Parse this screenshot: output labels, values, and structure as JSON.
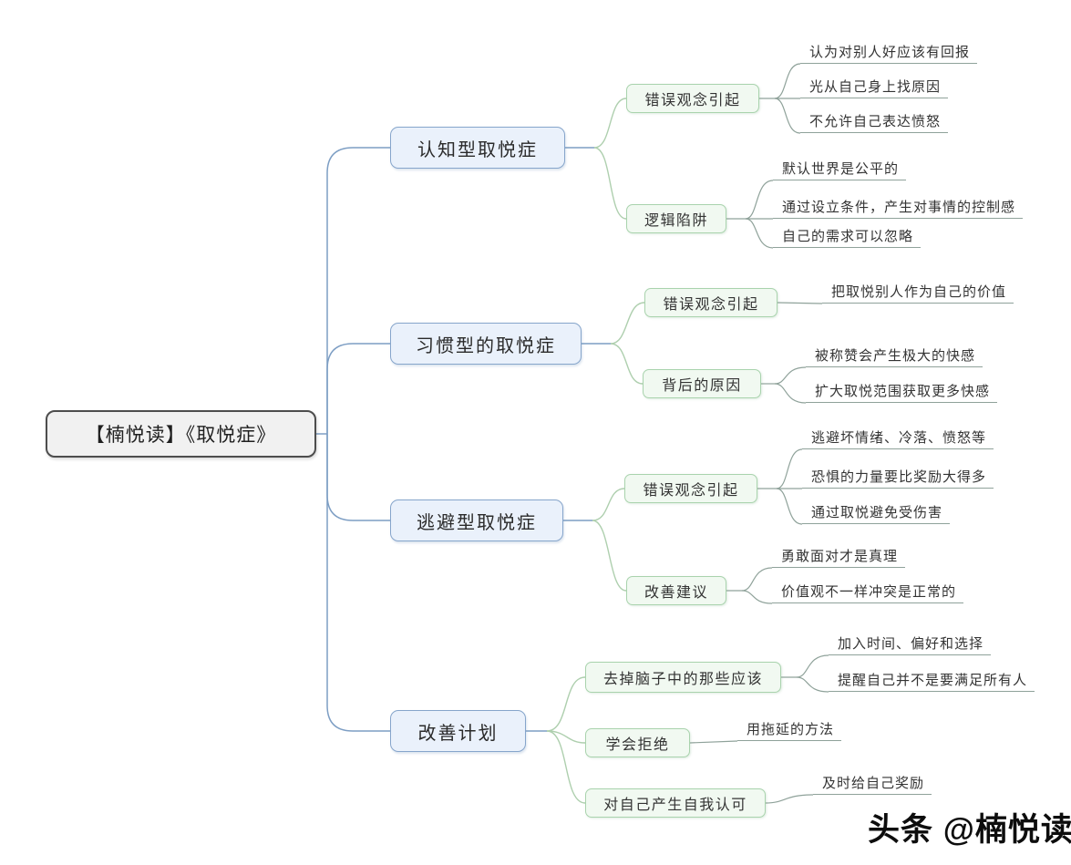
{
  "colors": {
    "branch_fill": "#eaf1fb",
    "branch_border": "#86a5cb",
    "child_fill": "#f1f9f1",
    "child_border": "#a9d3ad",
    "root_fill": "#f1f1f1",
    "root_border": "#4d4d4d",
    "trunk_line": "#7d9ec4",
    "child_line": "#aecfae",
    "leaf_line": "#8fa29a"
  },
  "watermark": "头条 @楠悦读",
  "mindmap": {
    "root": {
      "label": "【楠悦读】《取悦症》"
    },
    "branches": [
      {
        "label": "认知型取悦症",
        "children": [
          {
            "label": "错误观念引起",
            "leaves": [
              "认为对别人好应该有回报",
              "光从自己身上找原因",
              "不允许自己表达愤怒"
            ]
          },
          {
            "label": "逻辑陷阱",
            "leaves": [
              "默认世界是公平的",
              "通过设立条件，产生对事情的控制感",
              "自己的需求可以忽略"
            ]
          }
        ]
      },
      {
        "label": "习惯型的取悦症",
        "children": [
          {
            "label": "错误观念引起",
            "leaves": [
              "把取悦别人作为自己的价值"
            ]
          },
          {
            "label": "背后的原因",
            "leaves": [
              "被称赞会产生极大的快感",
              "扩大取悦范围获取更多快感"
            ]
          }
        ]
      },
      {
        "label": "逃避型取悦症",
        "children": [
          {
            "label": "错误观念引起",
            "leaves": [
              "逃避坏情绪、冷落、愤怒等",
              "恐惧的力量要比奖励大得多",
              "通过取悦避免受伤害"
            ]
          },
          {
            "label": "改善建议",
            "leaves": [
              "勇敢面对才是真理",
              "价值观不一样冲突是正常的"
            ]
          }
        ]
      },
      {
        "label": "改善计划",
        "children": [
          {
            "label": "去掉脑子中的那些应该",
            "leaves": [
              "加入时间、偏好和选择",
              "提醒自己并不是要满足所有人"
            ]
          },
          {
            "label": "学会拒绝",
            "leaves": [
              "用拖延的方法"
            ]
          },
          {
            "label": "对自己产生自我认可",
            "leaves": [
              "及时给自己奖励"
            ]
          }
        ]
      }
    ]
  }
}
